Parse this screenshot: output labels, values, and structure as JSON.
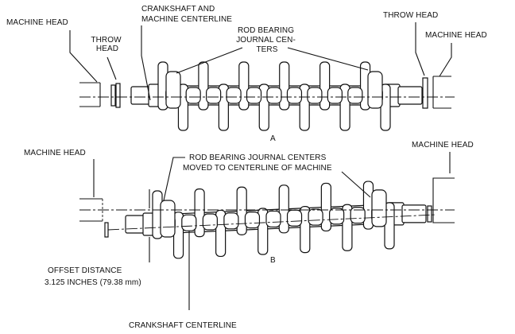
{
  "diagram": {
    "panel_a": {
      "label": "A",
      "labels": {
        "machine_head_left": "MACHINE HEAD",
        "throw_head_left": [
          "THROW",
          "HEAD"
        ],
        "crankshaft_machine_centerline": [
          "CRANKSHAFT AND",
          "MACHINE CENTERLINE"
        ],
        "rod_bearing_journal_centers": [
          "ROD BEARING",
          "JOURNAL CEN-",
          "TERS"
        ],
        "throw_head_right": "THROW HEAD",
        "machine_head_right": "MACHINE HEAD"
      }
    },
    "panel_b": {
      "label": "B",
      "labels": {
        "machine_head_left": "MACHINE HEAD",
        "rod_bearing_journal_centers_moved": [
          "ROD BEARING JOURNAL CENTERS",
          "MOVED TO CENTERLINE OF MACHINE"
        ],
        "machine_head_right": "MACHINE HEAD",
        "offset_distance": [
          "OFFSET DISTANCE",
          "3.125 INCHES (79.38 mm)"
        ],
        "crankshaft_centerline": "CRANKSHAFT CENTERLINE"
      }
    }
  }
}
